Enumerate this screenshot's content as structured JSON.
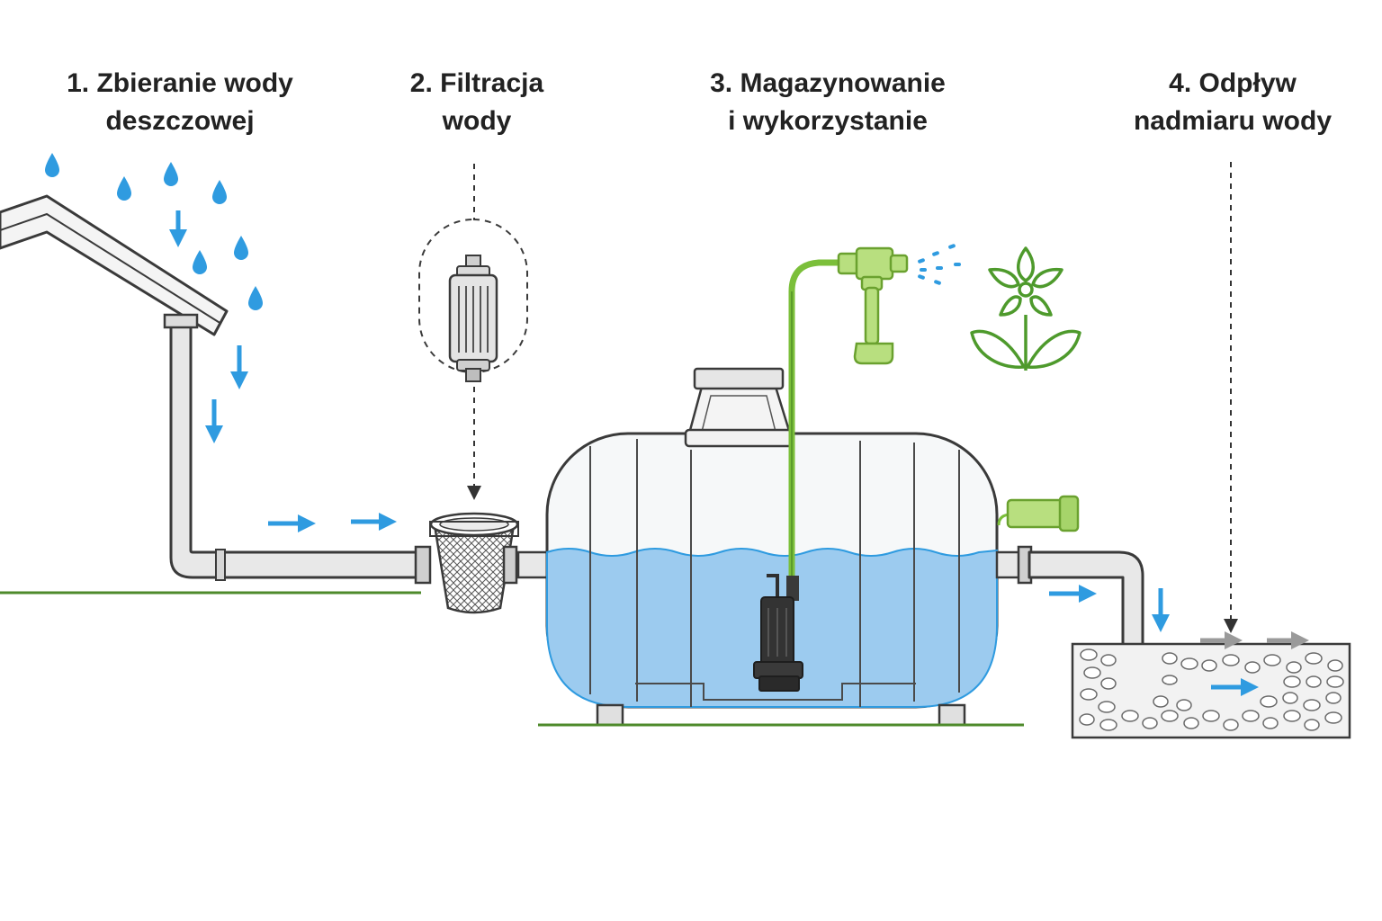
{
  "steps": [
    {
      "line1": "1. Zbieranie wody",
      "line2": "deszczowej"
    },
    {
      "line1": "2. Filtracja",
      "line2": "wody"
    },
    {
      "line1": "3. Magazynowanie",
      "line2": "i wykorzystanie"
    },
    {
      "line1": "4. Odpływ",
      "line2": "nadmiaru wody"
    }
  ],
  "colors": {
    "water": "#2f9be0",
    "tank_water": "#9ccbef",
    "ground": "#4e8a2b",
    "garden_green": "#7bbf3a",
    "plant": "#4e9a2c",
    "outline": "#3a3a3a",
    "pipe": "#e8e8e8",
    "gravel": "#f2f2f2",
    "pump": "#2f2f2f",
    "overflow_arrow": "#9a9a9a"
  },
  "icons": [
    "house-roof-icon",
    "raindrop-icon",
    "filter-cartridge-icon",
    "basket-filter-icon",
    "tank-icon",
    "submersible-pump-icon",
    "sprinkler-icon",
    "flower-icon",
    "gravel-bed-icon"
  ]
}
